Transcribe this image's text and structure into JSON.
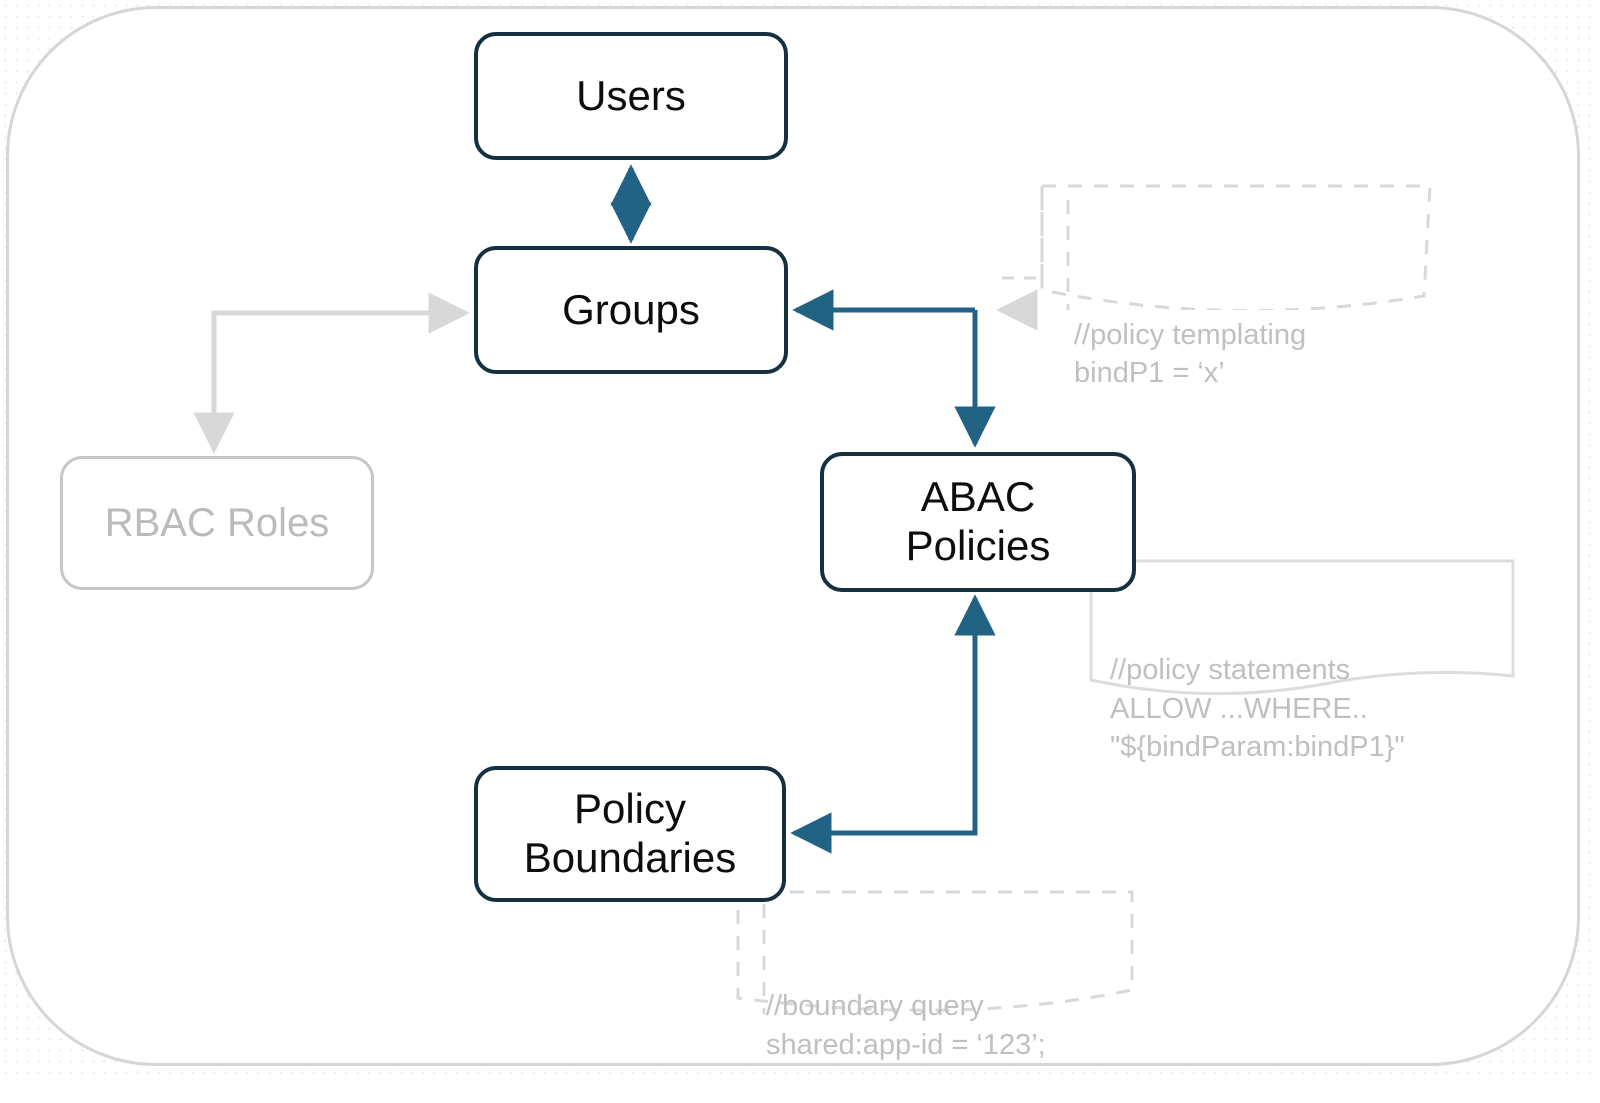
{
  "diagram": {
    "title": "IAM Groups, ABAC Policies and Policy Boundaries",
    "type": "flow-diagram",
    "colors": {
      "node_border": "#15303f",
      "node_text": "#0d0d0d",
      "muted_border": "#c6c6c6",
      "muted_text": "#bbbbbb",
      "connector_blue": "#226384",
      "connector_grey": "#d8d8d8",
      "annotation_text": "#c0c0c0",
      "card_border": "#d6d6d6",
      "background": "#ffffff"
    },
    "nodes": [
      {
        "id": "users",
        "label": "Users",
        "style": "primary"
      },
      {
        "id": "groups",
        "label": "Groups",
        "style": "primary"
      },
      {
        "id": "rbac",
        "label": "RBAC Roles",
        "style": "muted"
      },
      {
        "id": "abac",
        "label": "ABAC\nPolicies",
        "style": "primary"
      },
      {
        "id": "boundaries",
        "label": "Policy\nBoundaries",
        "style": "primary"
      }
    ],
    "edges": [
      {
        "id": "users-groups",
        "from": "users",
        "to": "groups",
        "color": "blue",
        "direction": "both"
      },
      {
        "id": "groups-rbac",
        "from": "groups",
        "to": "rbac",
        "color": "grey",
        "direction": "both"
      },
      {
        "id": "abac-groups",
        "from": "abac",
        "to": "groups",
        "color": "blue",
        "direction": "to"
      },
      {
        "id": "abac-boundaries",
        "from": "abac",
        "to": "boundaries",
        "color": "blue",
        "direction": "to"
      },
      {
        "id": "boundaries-abac",
        "from": "boundaries",
        "to": "abac",
        "color": "blue",
        "direction": "to"
      },
      {
        "id": "templating-callout",
        "from": "ann-templating",
        "to": "abac-groups-junction",
        "color": "grey",
        "direction": "to"
      }
    ],
    "annotations": [
      {
        "id": "templating",
        "border": "dashed",
        "line1": "//policy templating",
        "line2": "bindP1 = ‘x’",
        "text": "//policy templating\nbindP1 = ‘x’"
      },
      {
        "id": "statements",
        "border": "solid",
        "line1": "//policy statements",
        "line2": "ALLOW ...WHERE..",
        "line3": "\"${bindParam:bindP1}\"",
        "text": "//policy statements\nALLOW ...WHERE..\n\"${bindParam:bindP1}\""
      },
      {
        "id": "boundary",
        "border": "dashed",
        "line1": "//boundary query",
        "line2": "shared:app-id = ‘123’;",
        "text": "//boundary query\nshared:app-id = ‘123’;"
      }
    ]
  }
}
